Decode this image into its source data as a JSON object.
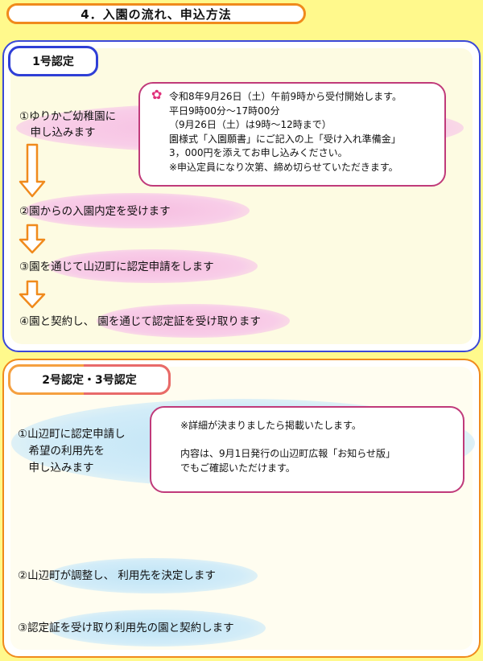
{
  "header": {
    "title": "4．入園の流れ、申込方法"
  },
  "section1": {
    "tag": "1号認定",
    "steps": [
      "①ゆりかご幼稚園に\n　申し込みます",
      "②園からの入園内定を受けます",
      "③園を通じて山辺町に認定申請をします",
      "④園と契約し、 園を通じて認定証を受け取ります"
    ],
    "note": {
      "icon": "flower-icon",
      "lines": [
        "令和8年9月26日（土）午前9時から受付開始します。",
        "平日9時00分～17時00分",
        "（9月26日（土）は9時～12時まで）",
        "園様式「入園願書」にご記入の上「受け入れ準備金」",
        "3，000円を添えてお申し込みください。",
        "※申込定員になり次第、締め切らせていただきます。"
      ]
    }
  },
  "section2": {
    "tag_a": "2号認定",
    "tag_b": "・3号認定",
    "steps": [
      "①山辺町に認定申請し\n　希望の利用先を\n　申し込みます",
      "②山辺町が調整し、 利用先を決定します",
      "③認定証を受け取り利用先の園と契約します"
    ],
    "note": {
      "lines": [
        "※詳細が決まりましたら掲載いたします。",
        "",
        "内容は、9月1日発行の山辺町広報「お知らせ版」",
        "でもご確認いただけます。"
      ]
    }
  },
  "colors": {
    "arrow": "#f08a1c",
    "pink": "#f6bde0",
    "blue": "#bfe4f6",
    "border1": "#3a48d8",
    "border2": "#f08a1c",
    "note_border": "#c03a7a"
  }
}
